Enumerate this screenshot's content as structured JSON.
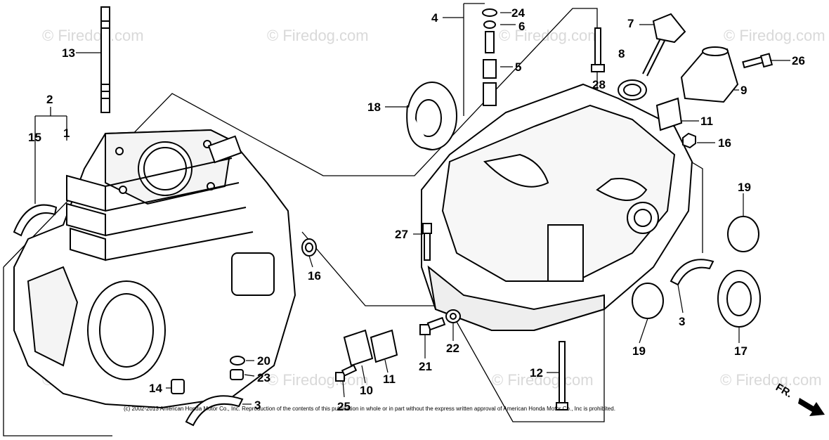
{
  "watermark": "© Firedog.com",
  "copyright": "(c) 2002-2013 American Honda Motor Co., Inc. Reproduction of the contents of this publication in whole or in part without the express written approval of American Honda Motor Co., Inc is prohibited.",
  "direction_marker": "FR.",
  "callouts": [
    {
      "id": "c24",
      "text": "24"
    },
    {
      "id": "c6",
      "text": "6"
    },
    {
      "id": "c4",
      "text": "4"
    },
    {
      "id": "c5",
      "text": "5"
    },
    {
      "id": "c7",
      "text": "7"
    },
    {
      "id": "c26",
      "text": "26"
    },
    {
      "id": "c8",
      "text": "8"
    },
    {
      "id": "c28",
      "text": "28"
    },
    {
      "id": "c9",
      "text": "9"
    },
    {
      "id": "c13",
      "text": "13"
    },
    {
      "id": "c18",
      "text": "18"
    },
    {
      "id": "c11a",
      "text": "11"
    },
    {
      "id": "c16a",
      "text": "16"
    },
    {
      "id": "c2",
      "text": "2"
    },
    {
      "id": "c15",
      "text": "15"
    },
    {
      "id": "c1",
      "text": "1"
    },
    {
      "id": "c19a",
      "text": "19"
    },
    {
      "id": "c27",
      "text": "27"
    },
    {
      "id": "c16b",
      "text": "16"
    },
    {
      "id": "c3a",
      "text": "3"
    },
    {
      "id": "c19b",
      "text": "19"
    },
    {
      "id": "c17",
      "text": "17"
    },
    {
      "id": "c22",
      "text": "22"
    },
    {
      "id": "c21",
      "text": "21"
    },
    {
      "id": "c20",
      "text": "20"
    },
    {
      "id": "c23",
      "text": "23"
    },
    {
      "id": "c14",
      "text": "14"
    },
    {
      "id": "c3b",
      "text": "3"
    },
    {
      "id": "c10",
      "text": "10"
    },
    {
      "id": "c11b",
      "text": "11"
    },
    {
      "id": "c25",
      "text": "25"
    },
    {
      "id": "c12",
      "text": "12"
    }
  ]
}
